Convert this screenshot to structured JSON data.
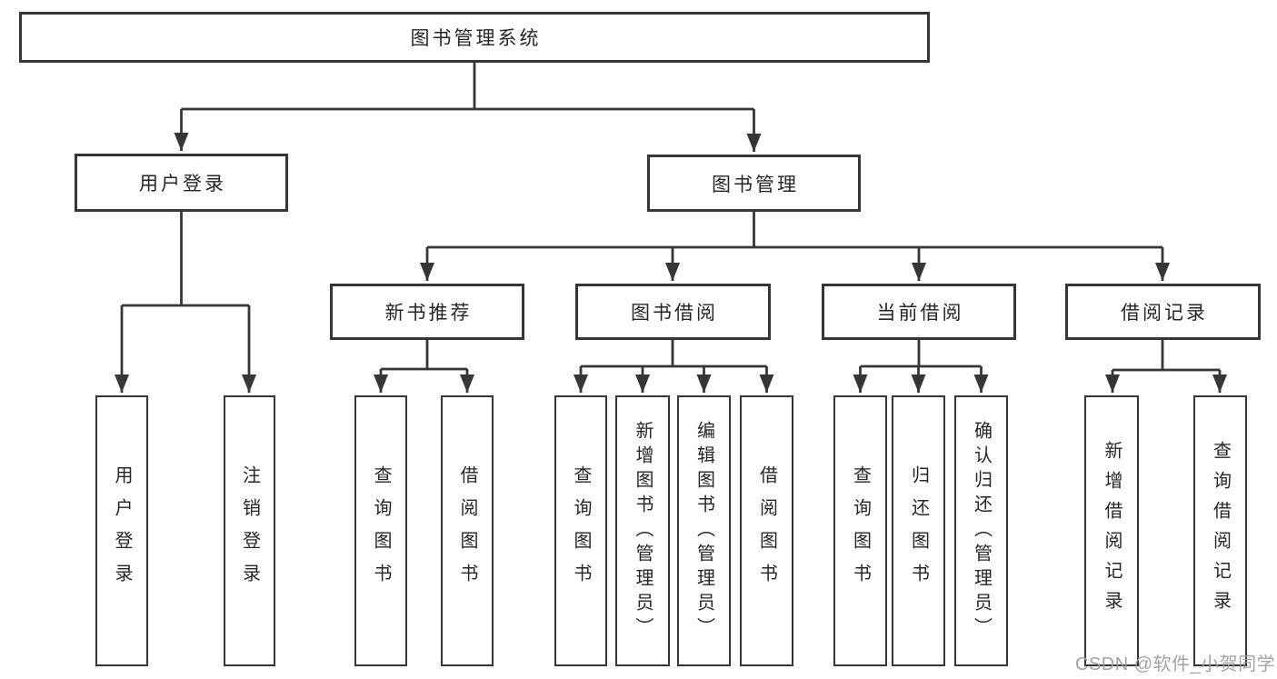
{
  "diagram": {
    "title": "图书管理系统",
    "root": "图书管理系统",
    "user_login": {
      "label": "用户登录",
      "children": [
        "用户登录",
        "注销登录"
      ]
    },
    "book_management": {
      "label": "图书管理",
      "sections": [
        {
          "label": "新书推荐",
          "children": [
            "查询图书",
            "借阅图书"
          ]
        },
        {
          "label": "图书借阅",
          "children": [
            "查询图书",
            "新增图书（管理员）",
            "编辑图书（管理员）",
            "借阅图书"
          ]
        },
        {
          "label": "当前借阅",
          "children": [
            "查询图书",
            "归还图书",
            "确认归还（管理员）"
          ]
        },
        {
          "label": "借阅记录",
          "children": [
            "新增借阅记录",
            "查询借阅记录"
          ]
        }
      ]
    }
  },
  "watermark": "CSDN @软件_小贺同学",
  "colors": {
    "line": "#363636",
    "box_border": "#363636",
    "text": "#262626",
    "watermark": "#9c9c9c",
    "background": "#ffffff"
  }
}
